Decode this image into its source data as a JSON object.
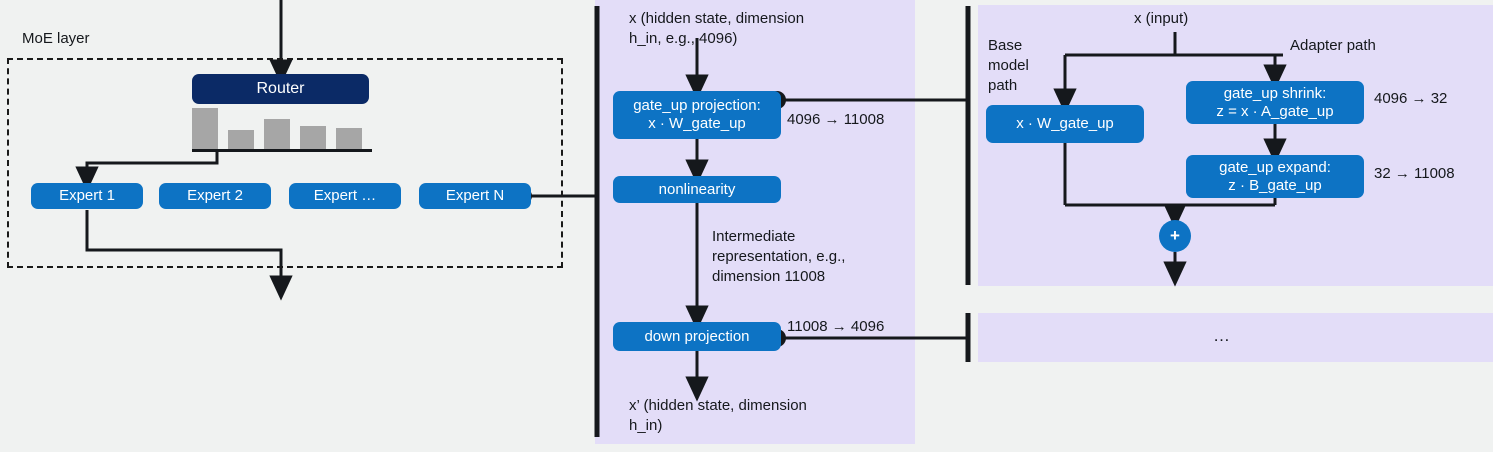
{
  "diagram": {
    "title": "MoE layer with LoRA adapter expansion",
    "colors": {
      "page_background": "#F0F2F1",
      "panel_lavender": "#E3DDF8",
      "node_blue": "#0D73C4",
      "router_navy": "#0B2A66",
      "bar_gray": "#A6A6A6",
      "line_black": "#15181C"
    }
  },
  "moe": {
    "label": "MoE layer",
    "router_label": "Router",
    "experts": [
      {
        "label": "Expert 1"
      },
      {
        "label": "Expert 2"
      },
      {
        "label": "Expert …"
      },
      {
        "label": "Expert N"
      }
    ],
    "router_weights": [
      1.0,
      0.46,
      0.72,
      0.55,
      0.52
    ]
  },
  "expert_detail": {
    "input_caption": "x  (hidden state, dimension\nh_in, e.g., 4096)",
    "gate_up_projection": "gate_up projection:\nx · W_gate_up",
    "gate_up_dims": "4096 → 11008",
    "nonlinearity": "nonlinearity",
    "intermediate_caption": "Intermediate\nrepresentation, e.g.,\ndimension 11008",
    "down_projection": "down projection",
    "down_dims": "11008 → 4096",
    "output_caption": "x’  (hidden state, dimension\nh_in)"
  },
  "lora": {
    "input_label": "x  (input)",
    "base_path_label": "Base\nmodel\npath",
    "adapter_path_label": "Adapter path",
    "base_matmul": "x · W_gate_up",
    "shrink": "gate_up shrink:\nz = x · A_gate_up",
    "shrink_dims": "4096 → 32",
    "expand": "gate_up expand:\nz · B_gate_up",
    "expand_dims": "32 → 11008",
    "sum_symbol": "+",
    "more_label": "…"
  }
}
